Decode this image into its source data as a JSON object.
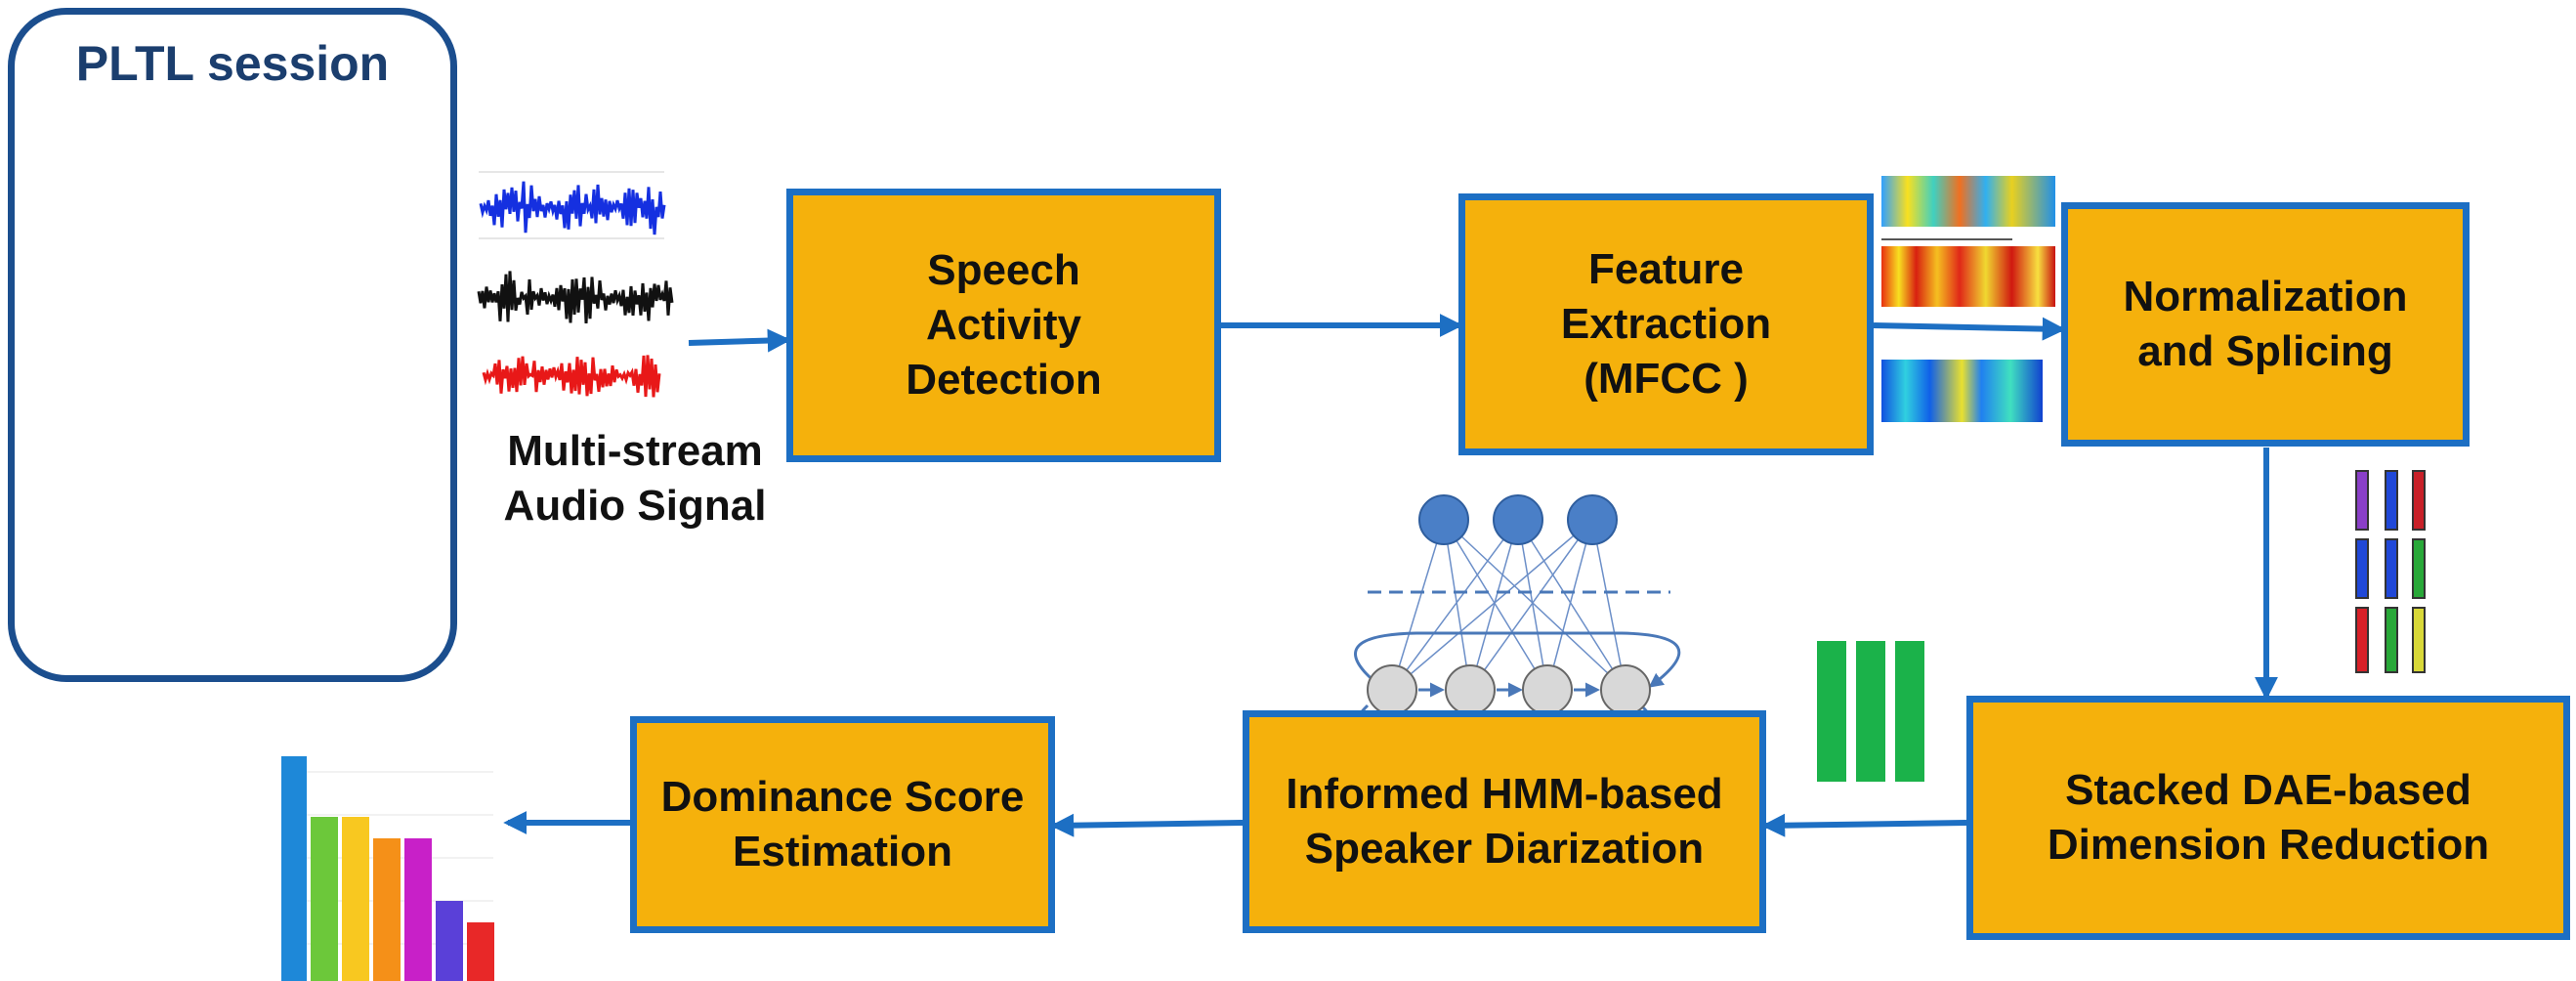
{
  "session": {
    "title": "PLTL session"
  },
  "audio": {
    "label": "Multi-stream\nAudio Signal"
  },
  "boxes": {
    "sad": "Speech\nActivity\nDetection",
    "feature": "Feature\nExtraction\n(MFCC )",
    "norm": "Normalization\nand Splicing",
    "dae": "Stacked  DAE-based\nDimension Reduction",
    "hmm": "Informed HMM-based\nSpeaker Diarization",
    "dominance": "Dominance Score\nEstimation"
  },
  "icons": [
    "presentation-illustration-icon",
    "group-discussion-illustration-icon",
    "waveform-icon",
    "spectrogram-icon",
    "feature-vector-icon",
    "neural-network-icon",
    "bar-chart-icon"
  ],
  "colors": {
    "box_fill": "#F5B10C",
    "box_border": "#1D6FC3",
    "arrow": "#1D6FC3",
    "session_border": "#1B4E8E",
    "title": "#1B3E6E"
  }
}
